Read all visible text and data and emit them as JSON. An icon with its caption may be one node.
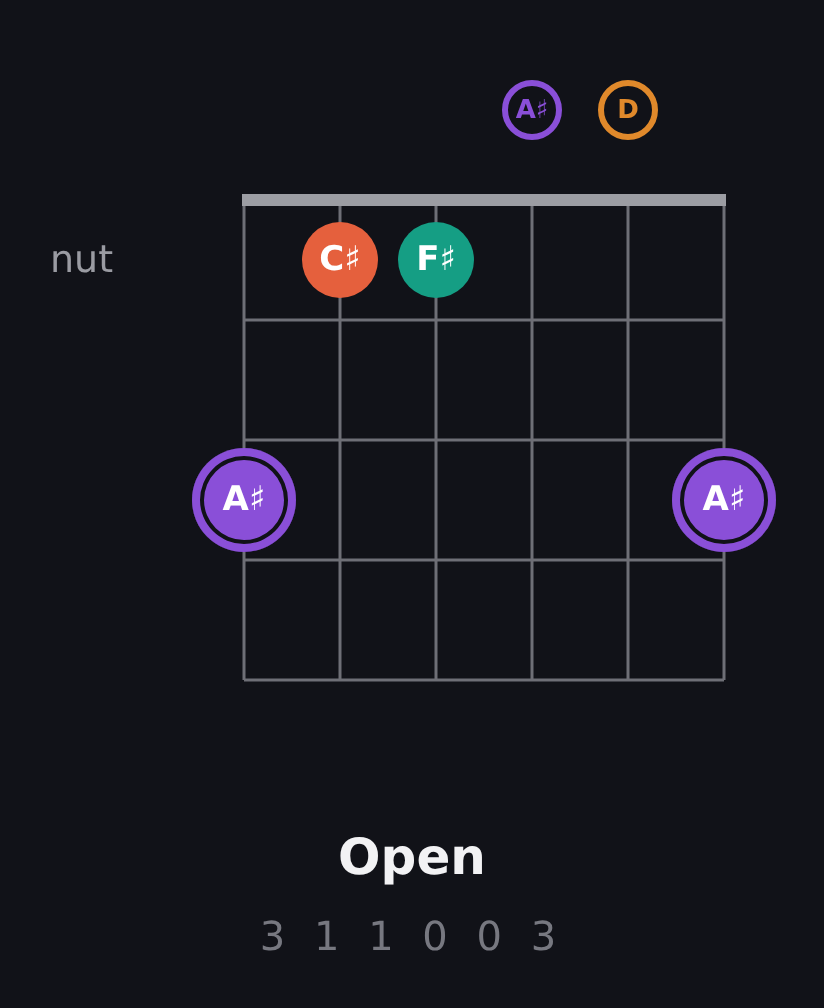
{
  "diagram": {
    "title": "Open",
    "nodes": [
      {
        "text": [
          "A♯"
        ]
      },
      {
        "text": [
          "D"
        ]
      },
      {
        "text": [
          "C♯"
        ]
      },
      {
        "text": [
          "F♯"
        ]
      },
      {
        "text": [
          "A♯"
        ]
      },
      {
        "text": [
          "A♯"
        ]
      }
    ],
    "labels": [
      "nut",
      "3 1 1 0 0 3"
    ]
  }
}
